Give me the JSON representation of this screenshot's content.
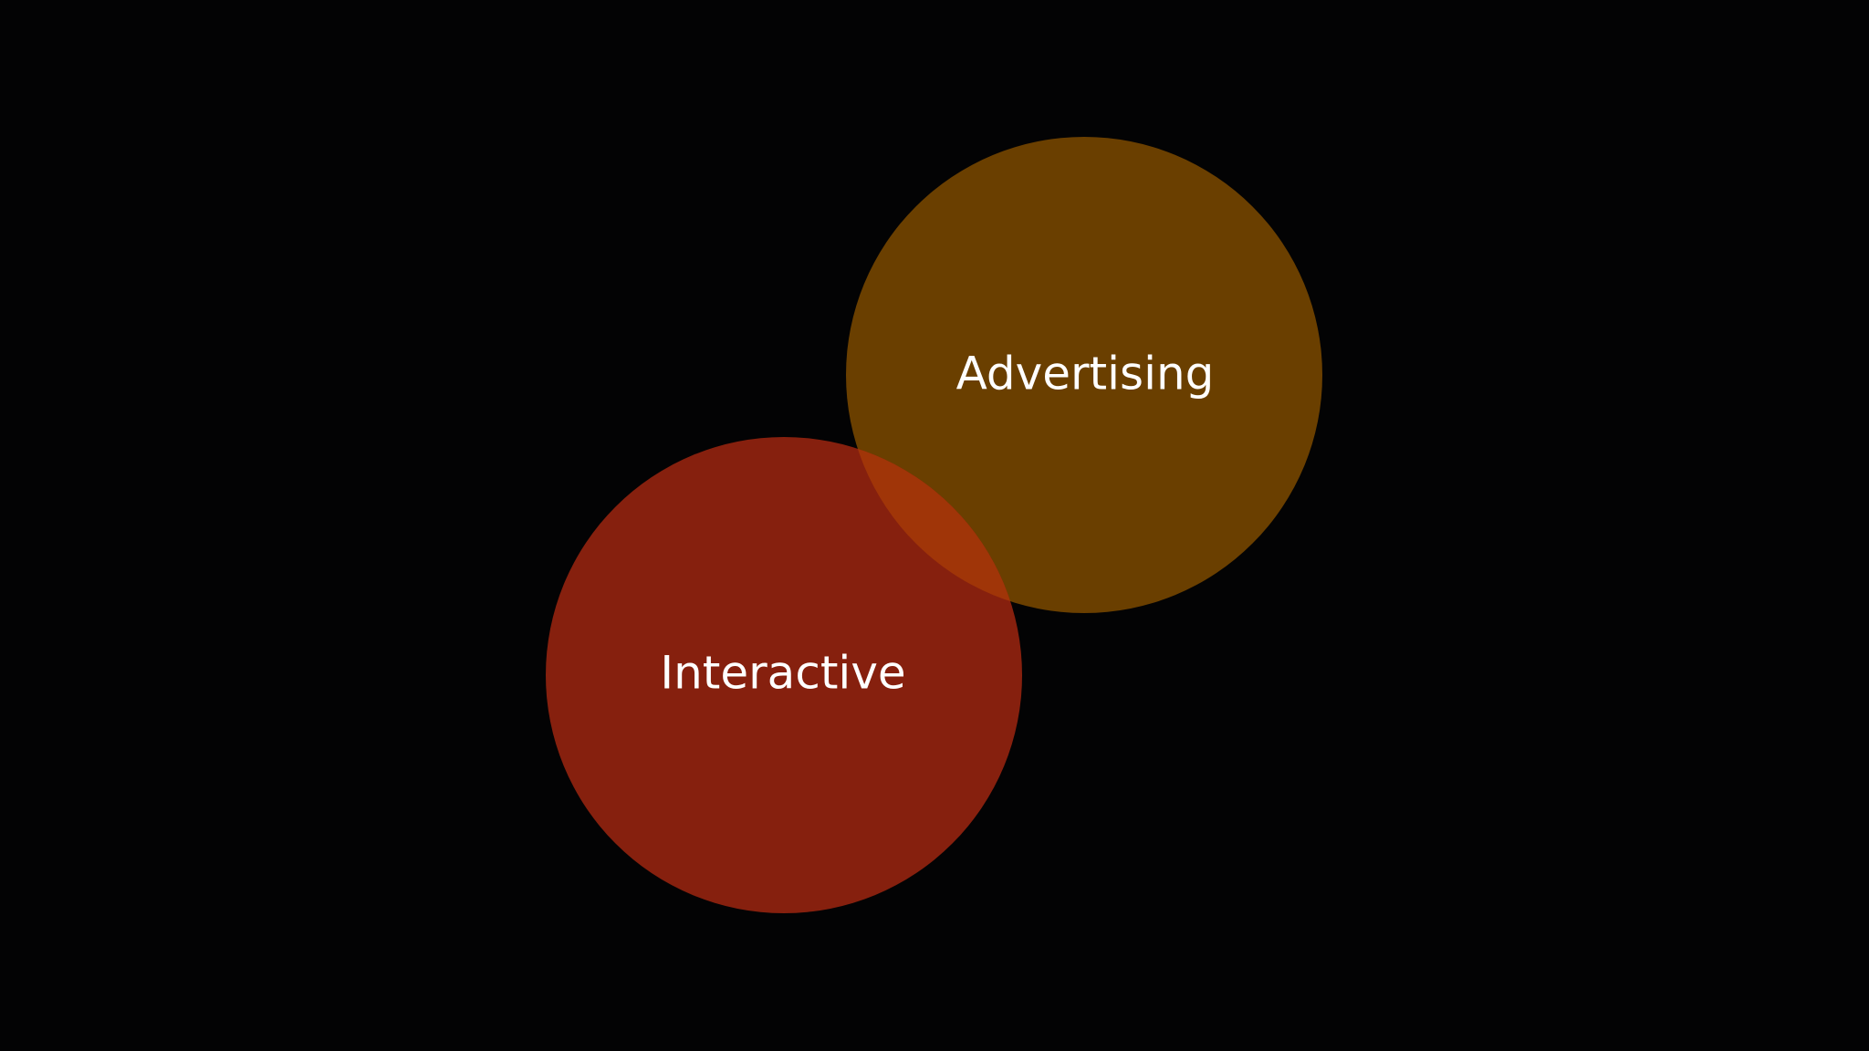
{
  "diagram": {
    "type": "venn",
    "background": "#030304",
    "label_color": "#ffffff",
    "sets": [
      {
        "id": "advertising",
        "label": "Advertising",
        "color": "#6a3f00"
      },
      {
        "id": "interactive",
        "label": "Interactive",
        "color": "#86200e"
      }
    ],
    "overlap_color": "#a03508"
  }
}
